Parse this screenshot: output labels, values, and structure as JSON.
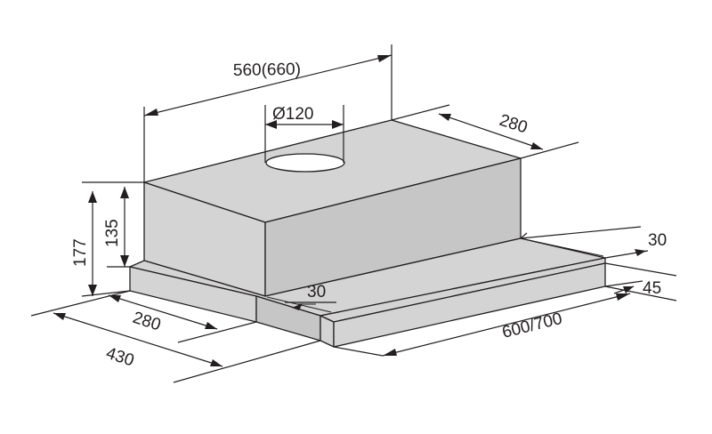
{
  "dimensions": {
    "width_top": "560(660)",
    "duct": "Ø120",
    "depth_top": "280",
    "height_total": "177",
    "height_body": "135",
    "depth_bottom": "280",
    "depth_total": "430",
    "panel": "30",
    "front_30": "30",
    "front_45": "45",
    "width_front": "600/700"
  },
  "colors": {
    "line": "#231f20",
    "surface": "#d4d4d4",
    "background": "#ffffff"
  }
}
